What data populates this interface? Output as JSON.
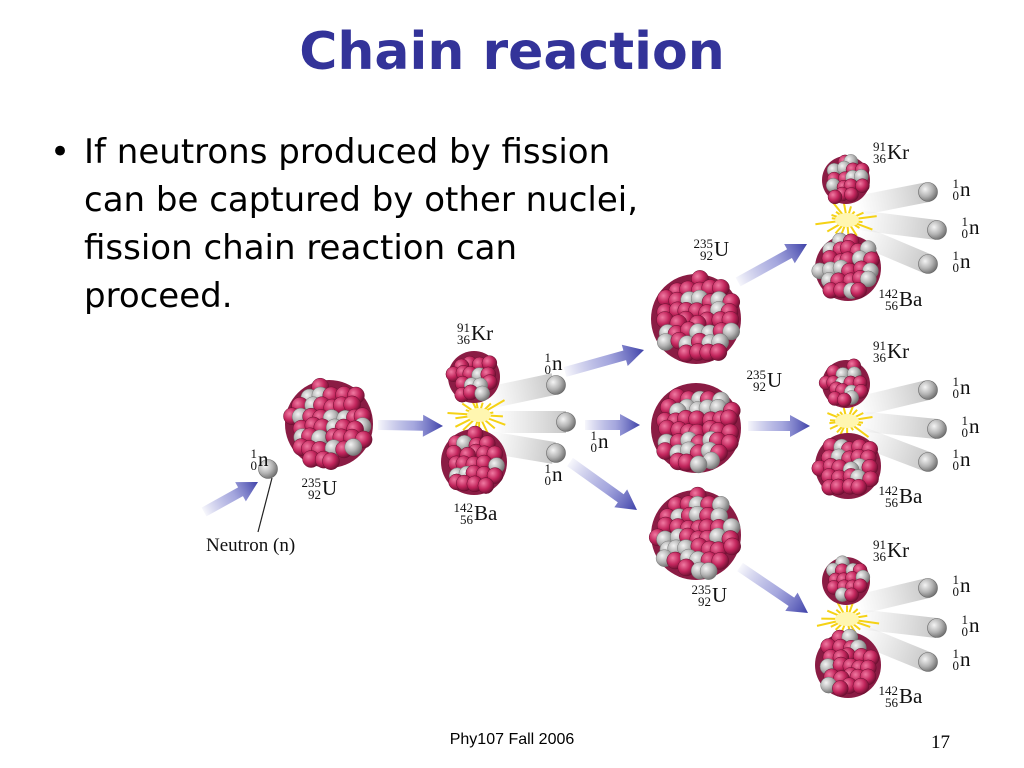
{
  "slide": {
    "title": "Chain reaction",
    "bullets": [
      "If neutrons produced by fission can be captured by other nuclei, fission chain reaction can proceed."
    ],
    "footer_text": "Phy107 Fall 2006",
    "page_number": "17"
  },
  "diagram": {
    "neutron_label": "Neutron (n)",
    "symbols": {
      "neutron": "n",
      "uranium": "U",
      "krypton": "Kr",
      "barium": "Ba"
    },
    "numbers": {
      "neutron_mass": "1",
      "neutron_charge": "0",
      "uranium_mass": "235",
      "uranium_charge": "92",
      "krypton_mass": "91",
      "krypton_charge": "36",
      "barium_mass": "142",
      "barium_charge": "56"
    },
    "colors": {
      "proton": "#c2255c",
      "neutron": "#b4b4b4",
      "arrow": "#5c5fc0",
      "flash": "#f5d215",
      "title": "#333399"
    }
  }
}
